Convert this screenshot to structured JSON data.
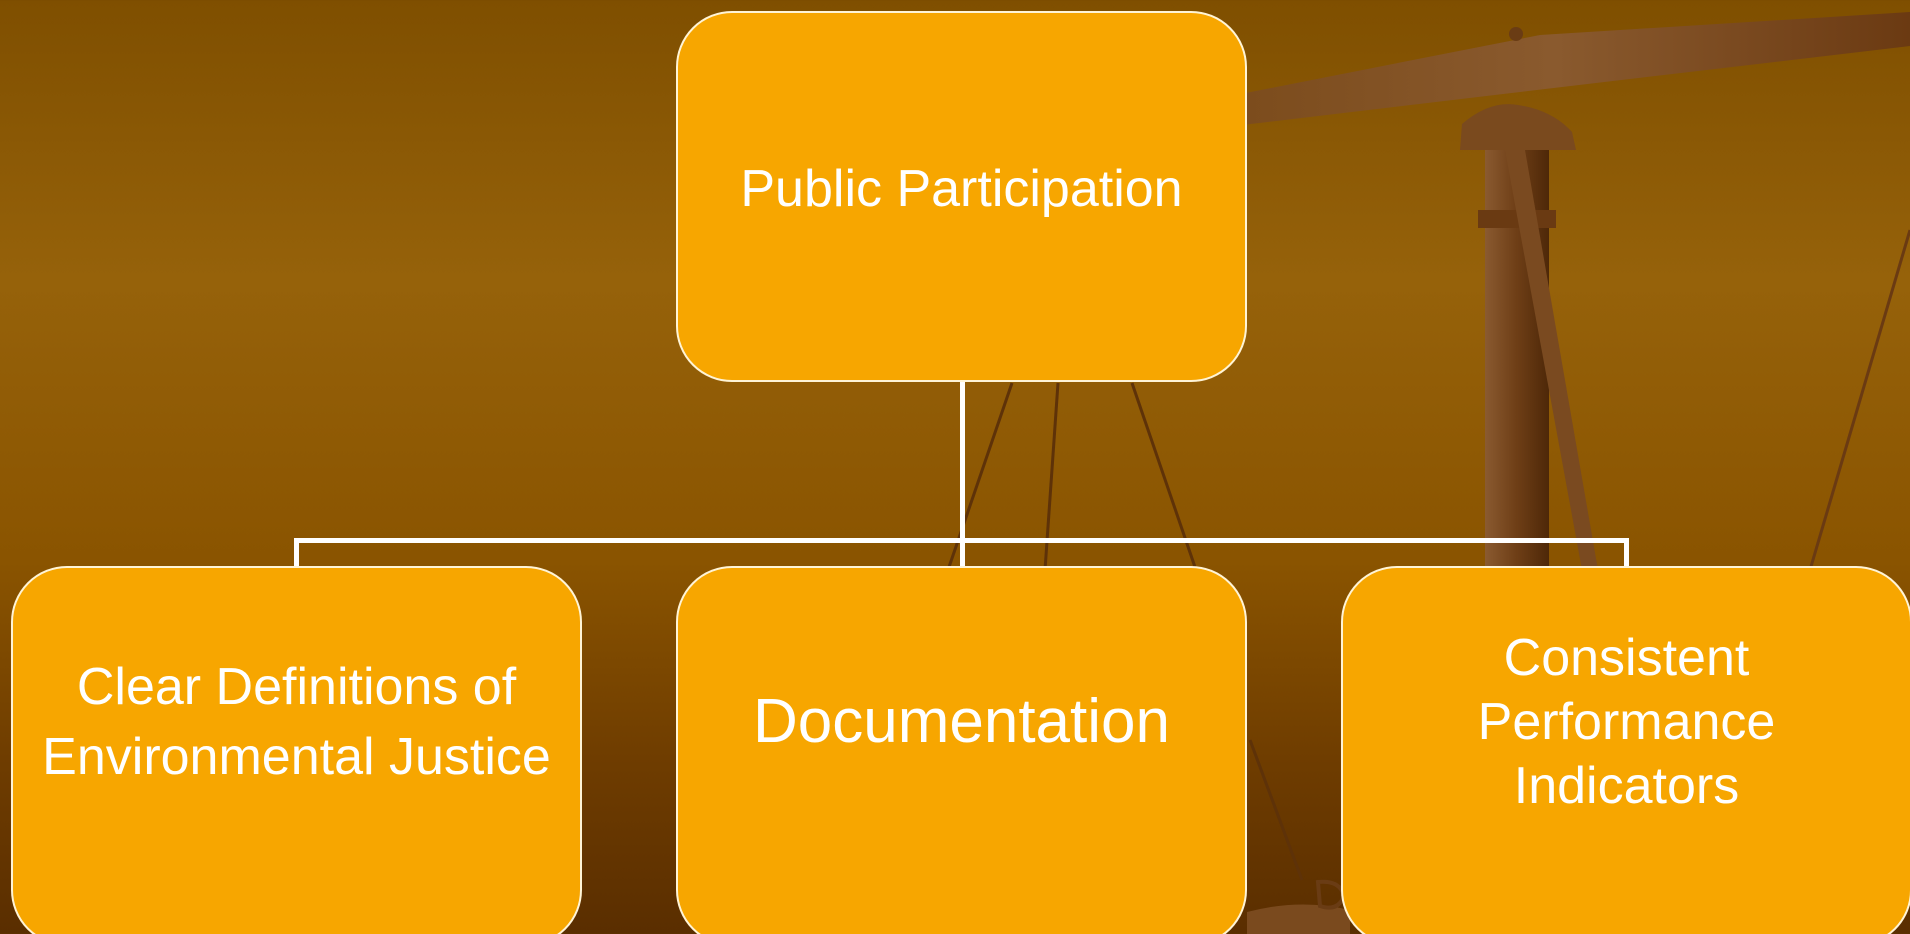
{
  "diagram": {
    "root": {
      "label": "Public Participation"
    },
    "children": [
      {
        "label": "Clear Definitions of\nEnvironmental Justice"
      },
      {
        "label": "Documentation"
      },
      {
        "label": "Consistent\nPerformance\nIndicators"
      }
    ]
  },
  "colors": {
    "node_fill": "#f7a600",
    "node_border": "#fff4d6",
    "connector": "#ffffff",
    "background": "#8a5400"
  },
  "background_art": {
    "icon": "scales-of-justice-icon"
  }
}
